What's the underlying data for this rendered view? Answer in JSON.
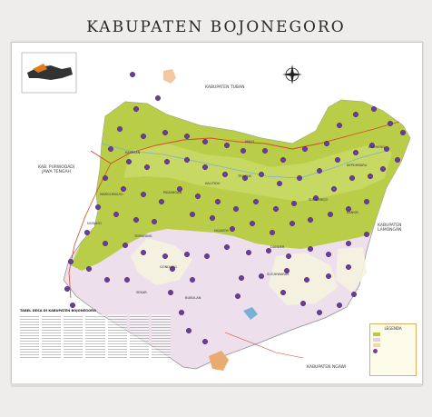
{
  "title": "KABUPATEN BOJONEGORO",
  "labels": {
    "north": "KABUPATEN TUBAN",
    "west_1": "KAB. PURWODADI",
    "west_2": "JAWA TENGAH",
    "east_1": "KABUPATEN",
    "east_2": "LAMONGAN",
    "south": "KABUPATEN NGAWI"
  },
  "region_labels": [
    "MARGOMULYO",
    "KASIMAN",
    "NGRAHO",
    "PADANGAN",
    "KALITIDU",
    "TRUCUK",
    "TEMAYANG",
    "GONDANG",
    "SEKAR",
    "NGASEM",
    "BUBULAN",
    "SUGIHWARAS",
    "DANDER",
    "KEPOHBARU",
    "BAURENO",
    "SUMBEREJO",
    "MALO",
    "KANOR"
  ],
  "legend_table": {
    "title": "TABEL DESA DI KABUPATEN BOJONEGORO"
  },
  "legend_box": {
    "title": "LEGENDA",
    "items": [
      {
        "color": "#b6cb3f",
        "label": ""
      },
      {
        "color": "#e6cfe6",
        "label": ""
      },
      {
        "color": "#f4d7a6",
        "label": ""
      },
      {
        "color": "#7a3f98",
        "label": ""
      }
    ]
  },
  "colors": {
    "lowland": "#b6cb3f",
    "upland": "#ede0ec",
    "forest": "#f2f0d8",
    "river": "#7ab0d6",
    "marker": "#6a3d96",
    "road": "#d6472e"
  },
  "icons": [
    "compass-rose-icon",
    "village-marker-icon"
  ]
}
